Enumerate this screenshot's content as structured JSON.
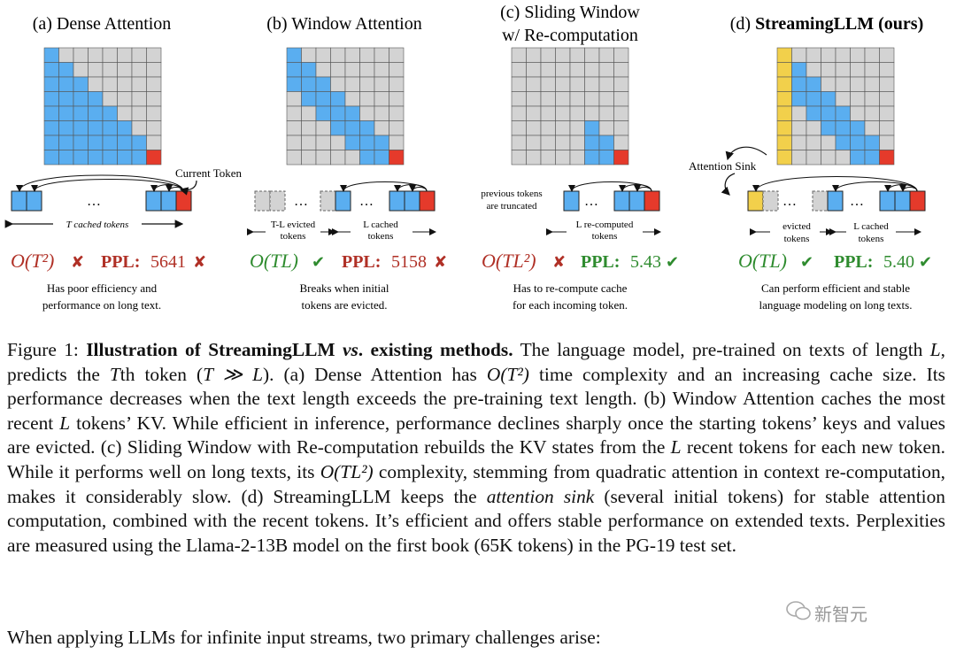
{
  "panels": [
    {
      "title": "(a) Dense Attention",
      "complexity": "O(T²)",
      "complexity_mark": "✘",
      "ppl_label": "PPL:",
      "ppl_value": "5641",
      "ppl_mark": "✘",
      "desc_line1": "Has poor efficiency and",
      "desc_line2": "performance on long text.",
      "token_label": "T cached tokens",
      "current_token_label": "Current Token",
      "status_color": "#c0392b"
    },
    {
      "title": "(b) Window Attention",
      "complexity": "O(TL)",
      "complexity_mark": "✔",
      "ppl_label": "PPL:",
      "ppl_value": "5158",
      "ppl_mark": "✘",
      "desc_line1": "Breaks when initial",
      "desc_line2": "tokens are evicted.",
      "evicted_label_line1": "T-L evicted",
      "evicted_label_line2": "tokens",
      "cached_label_line1": "L cached",
      "cached_label_line2": "tokens"
    },
    {
      "title_line1": "(c) Sliding Window",
      "title_line2": "w/ Re-computation",
      "complexity": "O(TL²)",
      "complexity_mark": "✘",
      "ppl_label": "PPL:",
      "ppl_value": "5.43",
      "ppl_mark": "✔",
      "desc_line1": "Has to re-compute cache",
      "desc_line2": "for each incoming token.",
      "truncated_line1": "previous tokens",
      "truncated_line2": "are truncated",
      "recomputed_line1": "L re-computed",
      "recomputed_line2": "tokens"
    },
    {
      "title_prefix": "(d) ",
      "title_bold": "StreamingLLM (ours)",
      "complexity": "O(TL)",
      "complexity_mark": "✔",
      "ppl_label": "PPL:",
      "ppl_value": "5.40",
      "ppl_mark": "✔",
      "desc_line1": "Can perform efficient and stable",
      "desc_line2": "language modeling on long texts.",
      "sink_label": "Attention Sink",
      "evicted_line1": "evicted",
      "evicted_line2": "tokens",
      "cached_line1": "L cached",
      "cached_line2": "tokens"
    }
  ],
  "colors": {
    "blue": "#5aaef0",
    "gray": "#d3d3d3",
    "red": "#e53a2b",
    "yellow": "#f2d04b",
    "good": "#2e8b2e",
    "bad": "#b03026",
    "grid_line": "#555555"
  },
  "ellipsis": "…",
  "caption": {
    "s1": "Figure 1: ",
    "s2": "Illustration of StreamingLLM ",
    "s3": "vs",
    "s4": ". existing methods.",
    "s5": " The language model, pre-trained on texts of length ",
    "s6": "L",
    "s7": ", predicts the ",
    "s8": "T",
    "s9": "th token (",
    "s10": "T ≫ L",
    "s11": "). (a) Dense Attention has ",
    "s12": "O(T²)",
    "s13": " time complexity and an increasing cache size. Its performance decreases when the text length exceeds the pre-training text length. (b) Window Attention caches the most recent ",
    "s14": "L",
    "s15": " tokens’ KV. While efficient in inference, performance declines sharply once the starting tokens’ keys and values are evicted. (c) Sliding Window with Re-computation rebuilds the KV states from the ",
    "s16": "L",
    "s17": " recent tokens for each new token. While it performs well on long texts, its ",
    "s18": "O(TL²)",
    "s19": " complexity, stemming from quadratic attention in context re-computation, makes it considerably slow. (d) StreamingLLM keeps the ",
    "s20": "attention sink",
    "s21": " (several initial tokens) for stable attention computation, combined with the recent tokens. It’s efficient and offers stable performance on extended texts. Perplexities are measured using the Llama-2-13B model on the first book (65K tokens) in the PG-19 test set."
  },
  "body_text": "When applying LLMs for infinite input streams, two primary challenges arise:",
  "watermark": "新智元"
}
